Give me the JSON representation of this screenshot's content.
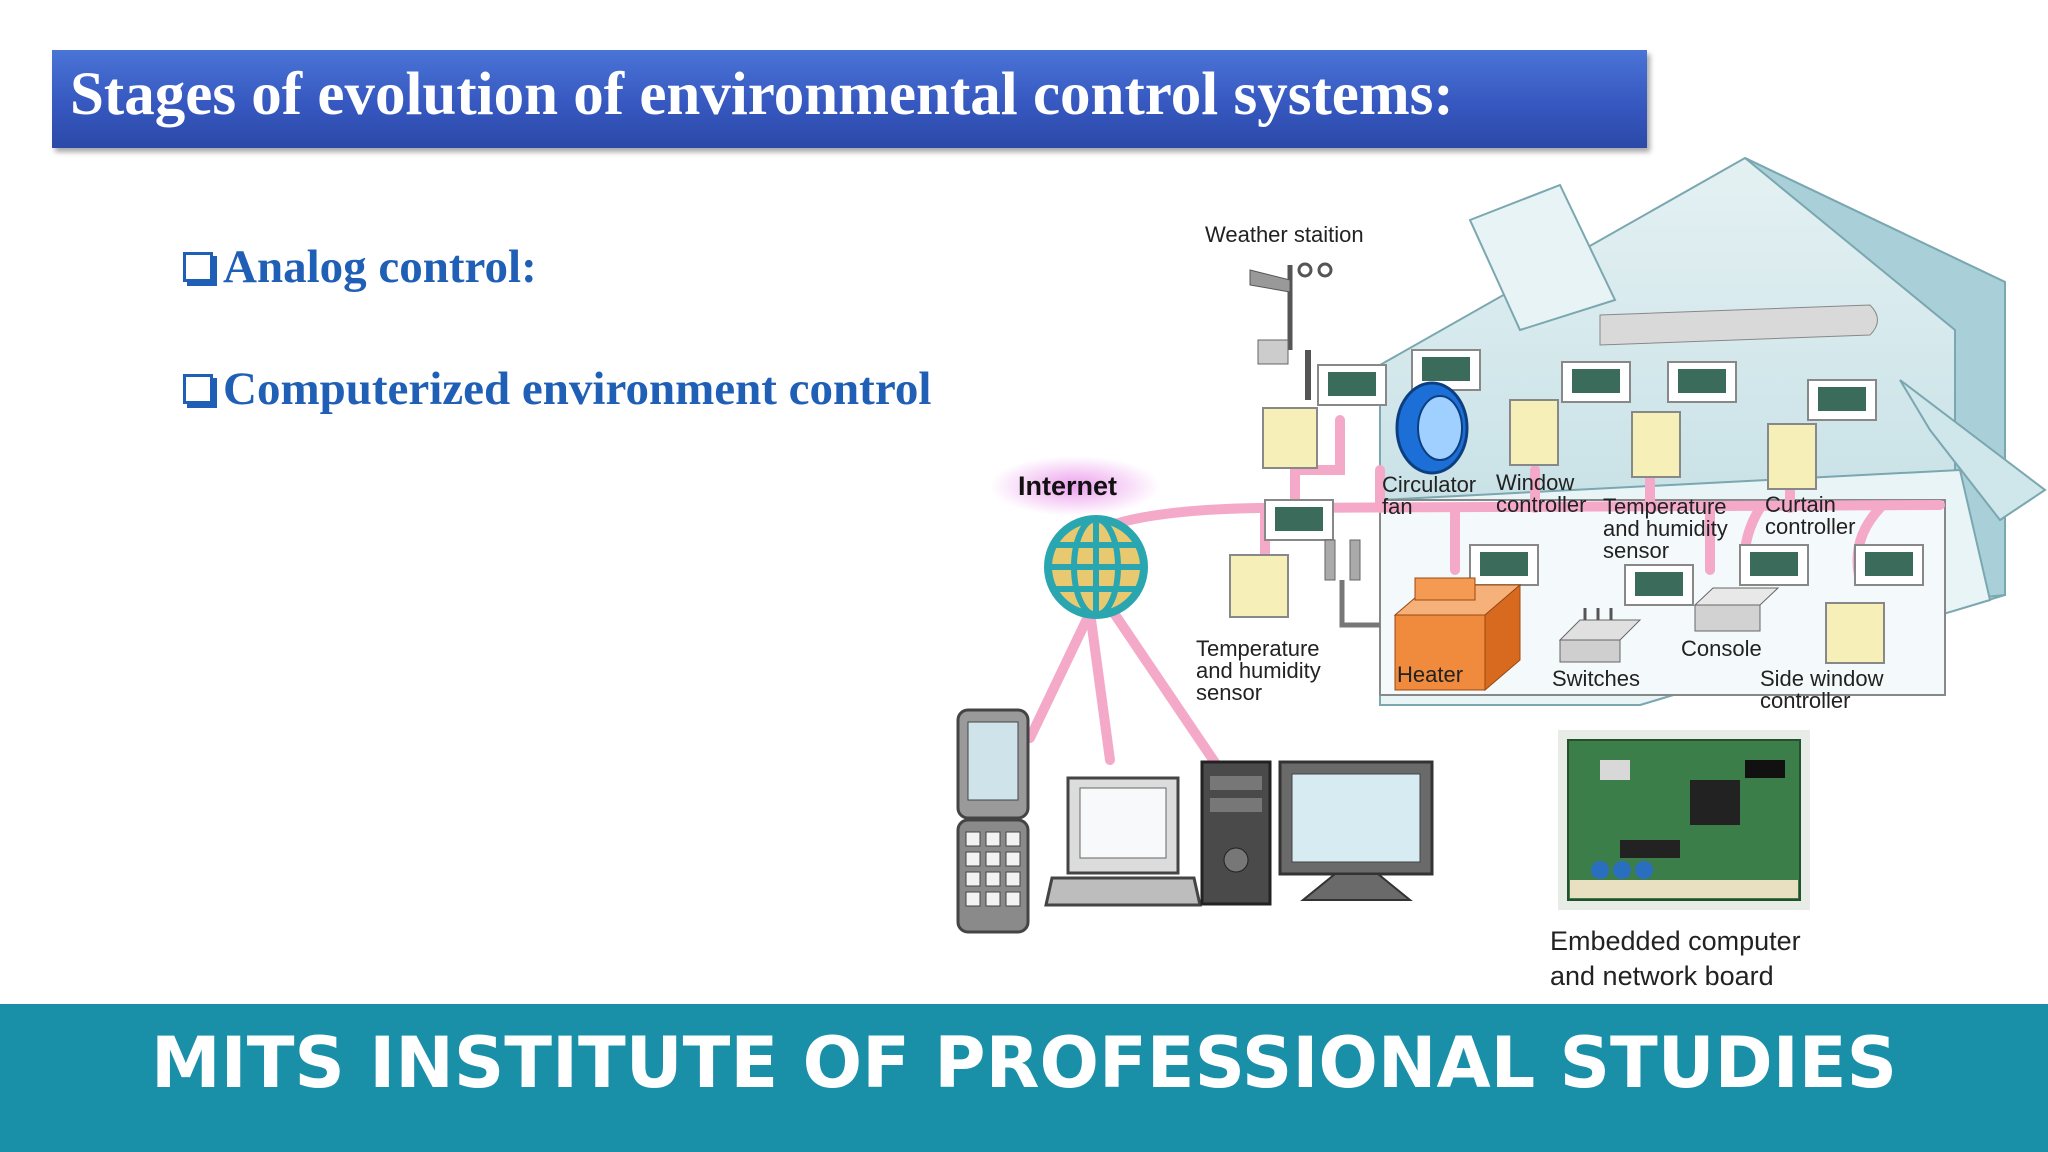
{
  "slide": {
    "title": "Stages of evolution of environmental control systems:",
    "bullets": [
      "Analog control:",
      "Computerized environment control"
    ]
  },
  "diagram": {
    "labels": {
      "weather_station": "Weather staition",
      "internet": "Internet",
      "circulator_fan_1": "Circulator",
      "circulator_fan_2": "fan",
      "window_controller_1": "Window",
      "window_controller_2": "controller",
      "temp_humidity_inner_1": "Temperature",
      "temp_humidity_inner_2": "and humidity",
      "temp_humidity_inner_3": "sensor",
      "curtain_controller_1": "Curtain",
      "curtain_controller_2": "controller",
      "temp_humidity_outer_1": "Temperature",
      "temp_humidity_outer_2": "and humidity",
      "temp_humidity_outer_3": "sensor",
      "heater": "Heater",
      "switches": "Switches",
      "console": "Console",
      "side_window_controller_1": "Side window",
      "side_window_controller_2": "controller",
      "embedded_board_1": "Embedded computer",
      "embedded_board_2": "and network board"
    },
    "colors": {
      "network_line": "#f4a9c8",
      "greenhouse": "#cfe6ea",
      "heater": "#f08a3c",
      "controller_box": "#f6f0b8"
    }
  },
  "footer": {
    "institute": "MITS INSTITUTE OF PROFESSIONAL STUDIES"
  }
}
